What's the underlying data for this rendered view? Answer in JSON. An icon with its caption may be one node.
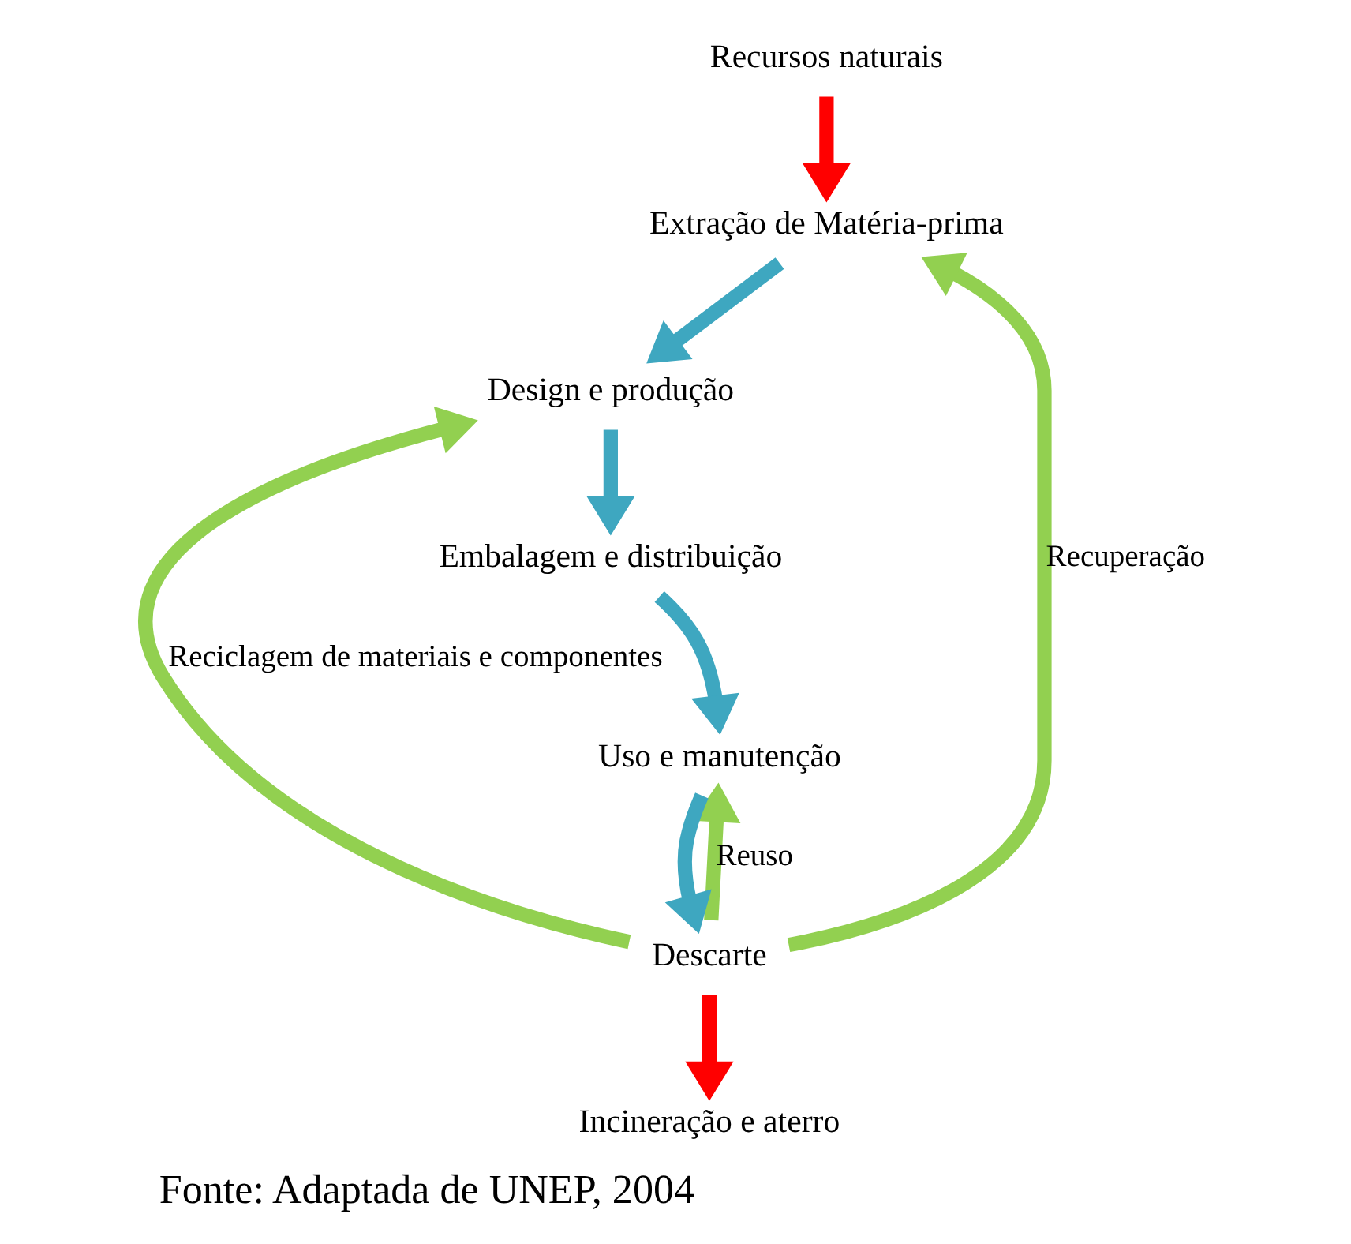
{
  "diagram": {
    "caption": "Fonte: Adaptada de UNEP, 2004",
    "nodes": [
      {
        "text": [
          "Recursos naturais"
        ]
      },
      {
        "text": [
          "Incineração e aterro"
        ]
      },
      {
        "text": [
          "Extração de Matéria-prima"
        ]
      },
      {
        "text": [
          "Descarte"
        ]
      },
      {
        "text": [
          "Design e produção"
        ]
      },
      {
        "text": [
          "Embalagem e distribuição"
        ]
      },
      {
        "text": [
          "Uso e manutenção"
        ]
      }
    ],
    "edges": [
      {
        "from": 0,
        "to": 2,
        "arrow": "to",
        "color": "#ff0000"
      },
      {
        "from": 3,
        "to": 1,
        "arrow": "to",
        "color": "#ff0000"
      },
      {
        "from": 3,
        "to": 2,
        "arrow": "to",
        "label": "Recuperação",
        "color": "#92d050"
      },
      {
        "from": 3,
        "to": 4,
        "arrow": "to",
        "label": "Reciclagem de materiais e componentes",
        "color": "#92d050"
      },
      {
        "from": 3,
        "to": 6,
        "arrow": "to",
        "label": "Reuso",
        "color": "#92d050"
      },
      {
        "from": 2,
        "to": 4,
        "arrow": "to"
      },
      {
        "from": 4,
        "to": 5,
        "arrow": "to"
      },
      {
        "from": 5,
        "to": 6,
        "arrow": "to"
      },
      {
        "from": 6,
        "to": 3,
        "arrow": "to"
      }
    ]
  }
}
